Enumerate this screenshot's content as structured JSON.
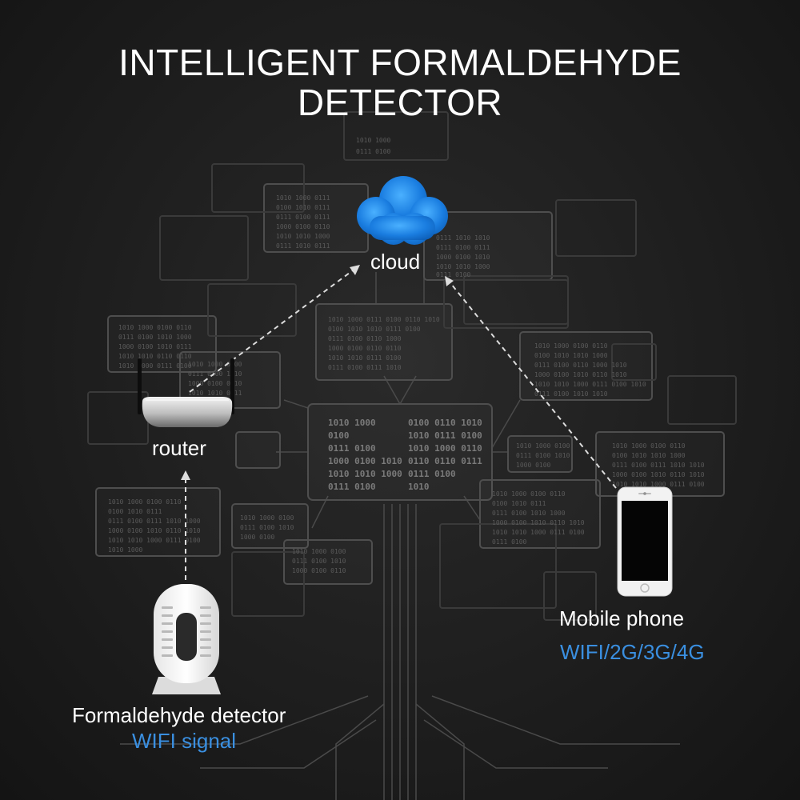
{
  "title": {
    "line1": "INTELLIGENT FORMALDEHYDE",
    "line2": "DETECTOR"
  },
  "nodes": {
    "cloud": {
      "label": "cloud",
      "icon": "cloud-icon"
    },
    "router": {
      "label": "router",
      "icon": "router-icon"
    },
    "detector": {
      "label": "Formaldehyde detector",
      "sub": "WIFI signal",
      "icon": "detector-icon"
    },
    "phone": {
      "label": "Mobile phone",
      "sub": "WIFI/2G/3G/4G",
      "icon": "phone-icon"
    }
  },
  "colors": {
    "accent": "#3a8fe0",
    "cloud": "#1a7de0",
    "text": "#ffffff",
    "background": "#1c1c1c"
  }
}
